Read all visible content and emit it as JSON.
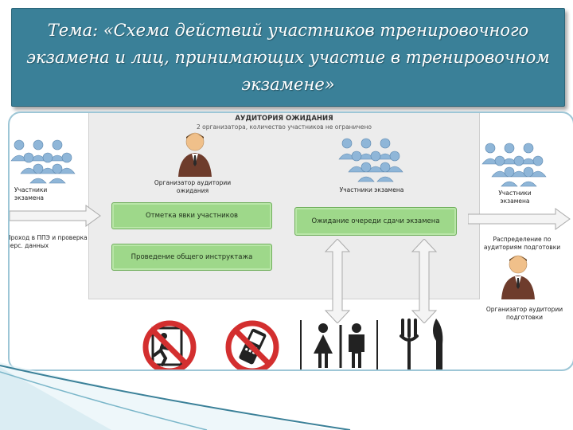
{
  "slide": {
    "title": "Тема: «Схема действий участников тренировочного экзамена и лиц, принимающих участие в тренировочном экзамене»"
  },
  "diagram": {
    "hall_title": "АУДИТОРИЯ ОЖИДАНИЯ",
    "hall_subtitle": "2 организатора, количество участников не ограничено",
    "left_group_label": "Участники экзамена",
    "left_arrow_label": "Проход в ППЭ и проверка перс. данных",
    "organizer_label": "Организатор аудитории ожидания",
    "center_group_label": "Участники экзамена",
    "box_attendance": "Отметка явки участников",
    "box_briefing": "Проведение общего инструктажа",
    "box_queue": "Ожидание очереди сдачи экзамена",
    "right_group_label": "Участники экзамена",
    "right_distribution_label": "Распределение по аудиториям подготовки",
    "right_organizer_label": "Организатор аудитории подготовки",
    "icons": [
      "no-exit-icon",
      "no-phone-icon",
      "restroom-icon",
      "food-icon"
    ]
  },
  "colors": {
    "title_bg": "#3a8098",
    "box_green": "#9ed88a",
    "prohibit_red": "#d32f2f",
    "frame_border": "#9dc6d6"
  }
}
